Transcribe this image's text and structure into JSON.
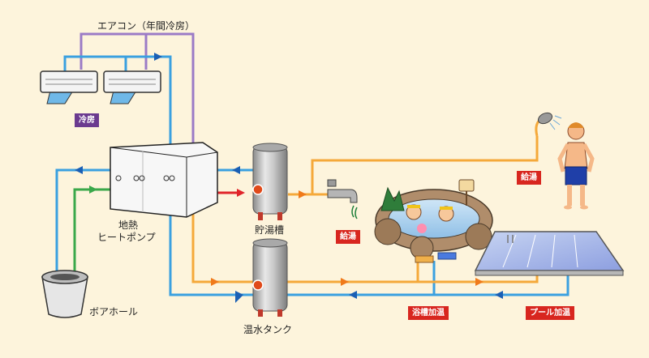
{
  "labels": {
    "aircon": "エアコン（年間冷房）",
    "heatpump_line1": "地熱",
    "heatpump_line2": "ヒートポンプ",
    "storage_tank": "貯湯槽",
    "hot_water_tank": "温水タンク",
    "borehole": "ボアホール"
  },
  "tags": {
    "cooling": "冷房",
    "hot_water_supply_tap": "給湯",
    "hot_water_supply_shower": "給湯",
    "bath_heating": "浴槽加温",
    "pool_heating": "プール加温"
  },
  "colors": {
    "cold_pipe": "#3aa0e0",
    "cold_arrow": "#1a5fb4",
    "hot_pipe": "#f5a93a",
    "hot_arrow": "#f07a1a",
    "green_pipe": "#3aa84a",
    "purple_pipe": "#9b7bc6",
    "red_arrow": "#e0242a",
    "tag_red": "#d8261f",
    "tag_purple": "#6b3a8f",
    "background": "#fdf4dc"
  }
}
